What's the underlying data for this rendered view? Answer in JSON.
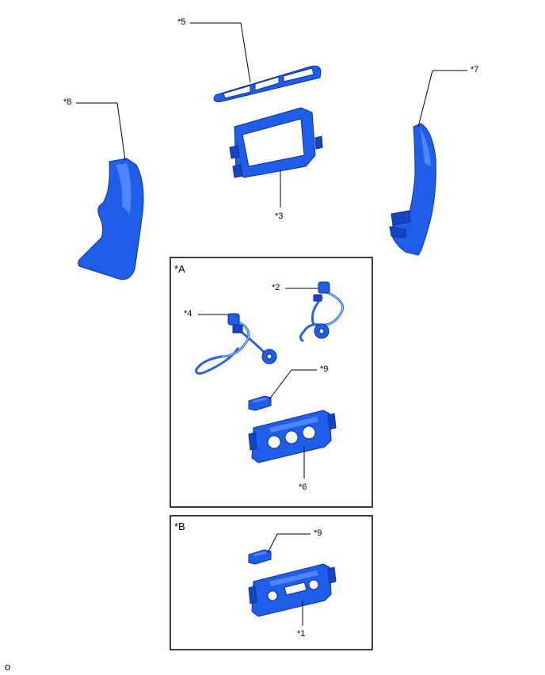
{
  "callouts": {
    "c5": "*5",
    "c7": "*7",
    "c8": "*8",
    "c3": "*3",
    "c2": "*2",
    "c4": "*4",
    "c9a": "*9",
    "c6": "*6",
    "c9b": "*9",
    "c1": "*1"
  },
  "groups": {
    "a": "*A",
    "b": "*B"
  },
  "footer": "o",
  "colors": {
    "part_fill": "#1f5ee8",
    "part_outline": "#0a2f9e"
  }
}
